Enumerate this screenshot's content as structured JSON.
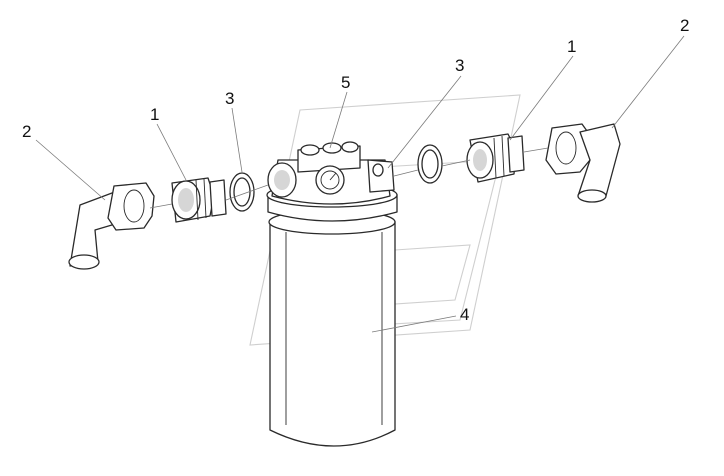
{
  "diagram": {
    "callouts": [
      {
        "id": "left-hose-2",
        "label": "2"
      },
      {
        "id": "left-fitting-1",
        "label": "1"
      },
      {
        "id": "left-ring-3",
        "label": "3"
      },
      {
        "id": "head-5",
        "label": "5"
      },
      {
        "id": "right-ring-3",
        "label": "3"
      },
      {
        "id": "right-fitting-1",
        "label": "1"
      },
      {
        "id": "right-hose-2",
        "label": "2"
      },
      {
        "id": "housing-4",
        "label": "4"
      }
    ]
  }
}
